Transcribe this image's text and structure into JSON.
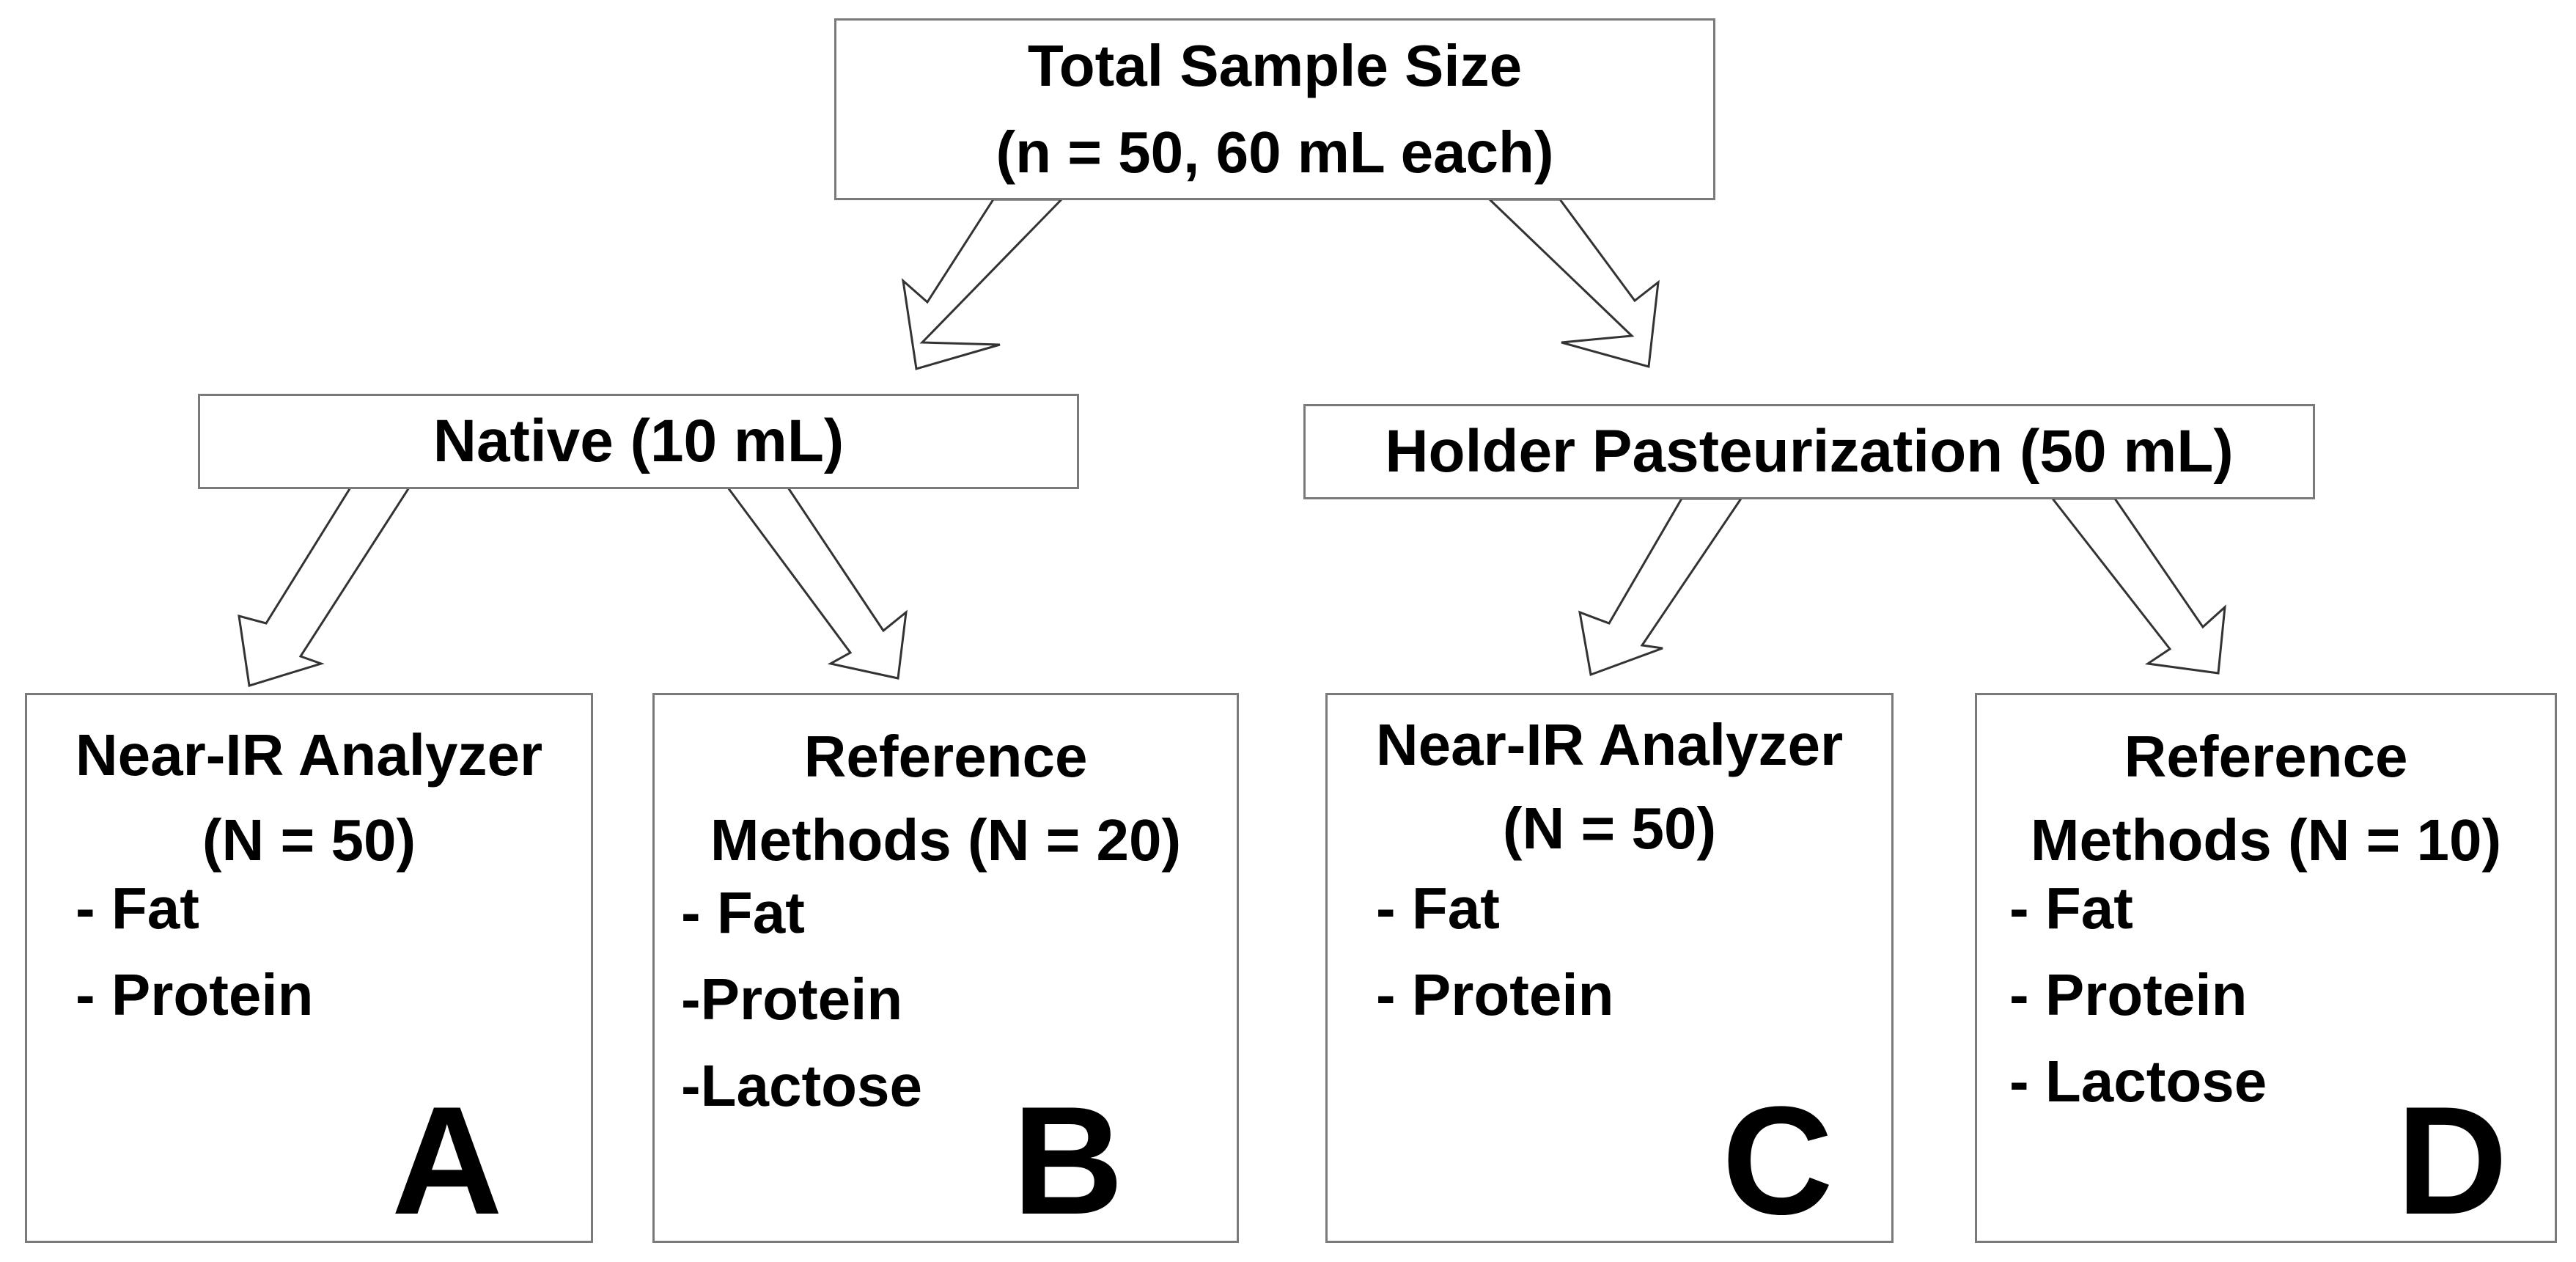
{
  "root": {
    "line1": "Total Sample Size",
    "line2": "(n = 50, 60 mL each)"
  },
  "branches": {
    "native": "Native (10 mL)",
    "holder": "Holder Pasteurization (50 mL)"
  },
  "panels": [
    {
      "title1": "Near-IR Analyzer",
      "title2": "(N = 50)",
      "items": [
        "- Fat",
        "- Protein"
      ],
      "letter": "A"
    },
    {
      "title1": "Reference",
      "title2": "Methods (N = 20)",
      "items": [
        "- Fat",
        "-Protein",
        "-Lactose"
      ],
      "letter": "B"
    },
    {
      "title1": "Near-IR Analyzer",
      "title2": "(N = 50)",
      "items": [
        "- Fat",
        "- Protein"
      ],
      "letter": "C"
    },
    {
      "title1": "Reference",
      "title2": "Methods (N = 10)",
      "items": [
        "- Fat",
        "- Protein",
        "- Lactose"
      ],
      "letter": "D"
    }
  ]
}
